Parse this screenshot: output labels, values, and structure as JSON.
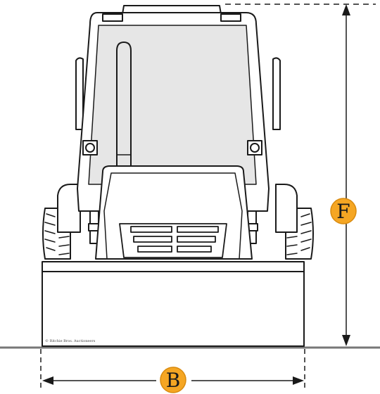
{
  "diagram": {
    "dimensions": [
      {
        "id": "height",
        "letter": "F"
      },
      {
        "id": "width",
        "letter": "B"
      }
    ],
    "copyright": "© Ritchie Bros. Auctioneers",
    "colors": {
      "line": "#1a1a1a",
      "cab_glass": "#e6e6e6",
      "badge_fill": "#f5a623",
      "badge_stroke": "#d88a0e",
      "ground": "#777777",
      "body_fill": "#ffffff"
    }
  }
}
